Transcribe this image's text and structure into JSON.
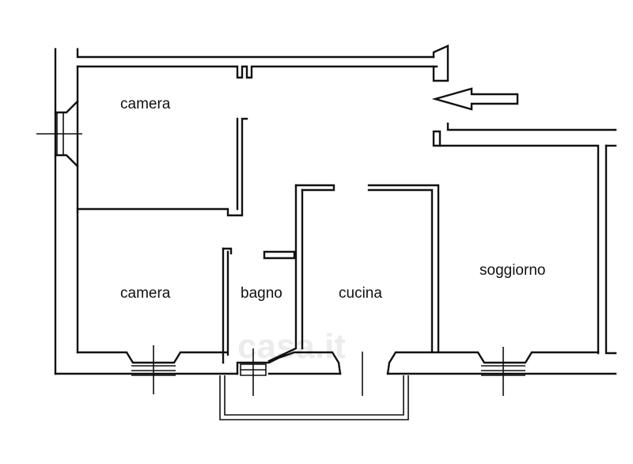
{
  "rooms": [
    {
      "id": "camera-top",
      "label": "camera"
    },
    {
      "id": "camera-bottom",
      "label": "camera"
    },
    {
      "id": "bagno",
      "label": "bagno"
    },
    {
      "id": "cucina",
      "label": "cucina"
    },
    {
      "id": "soggiorno",
      "label": "soggiorno"
    }
  ],
  "watermark": "casa.it",
  "entrance_arrow": "arrow-left-icon"
}
